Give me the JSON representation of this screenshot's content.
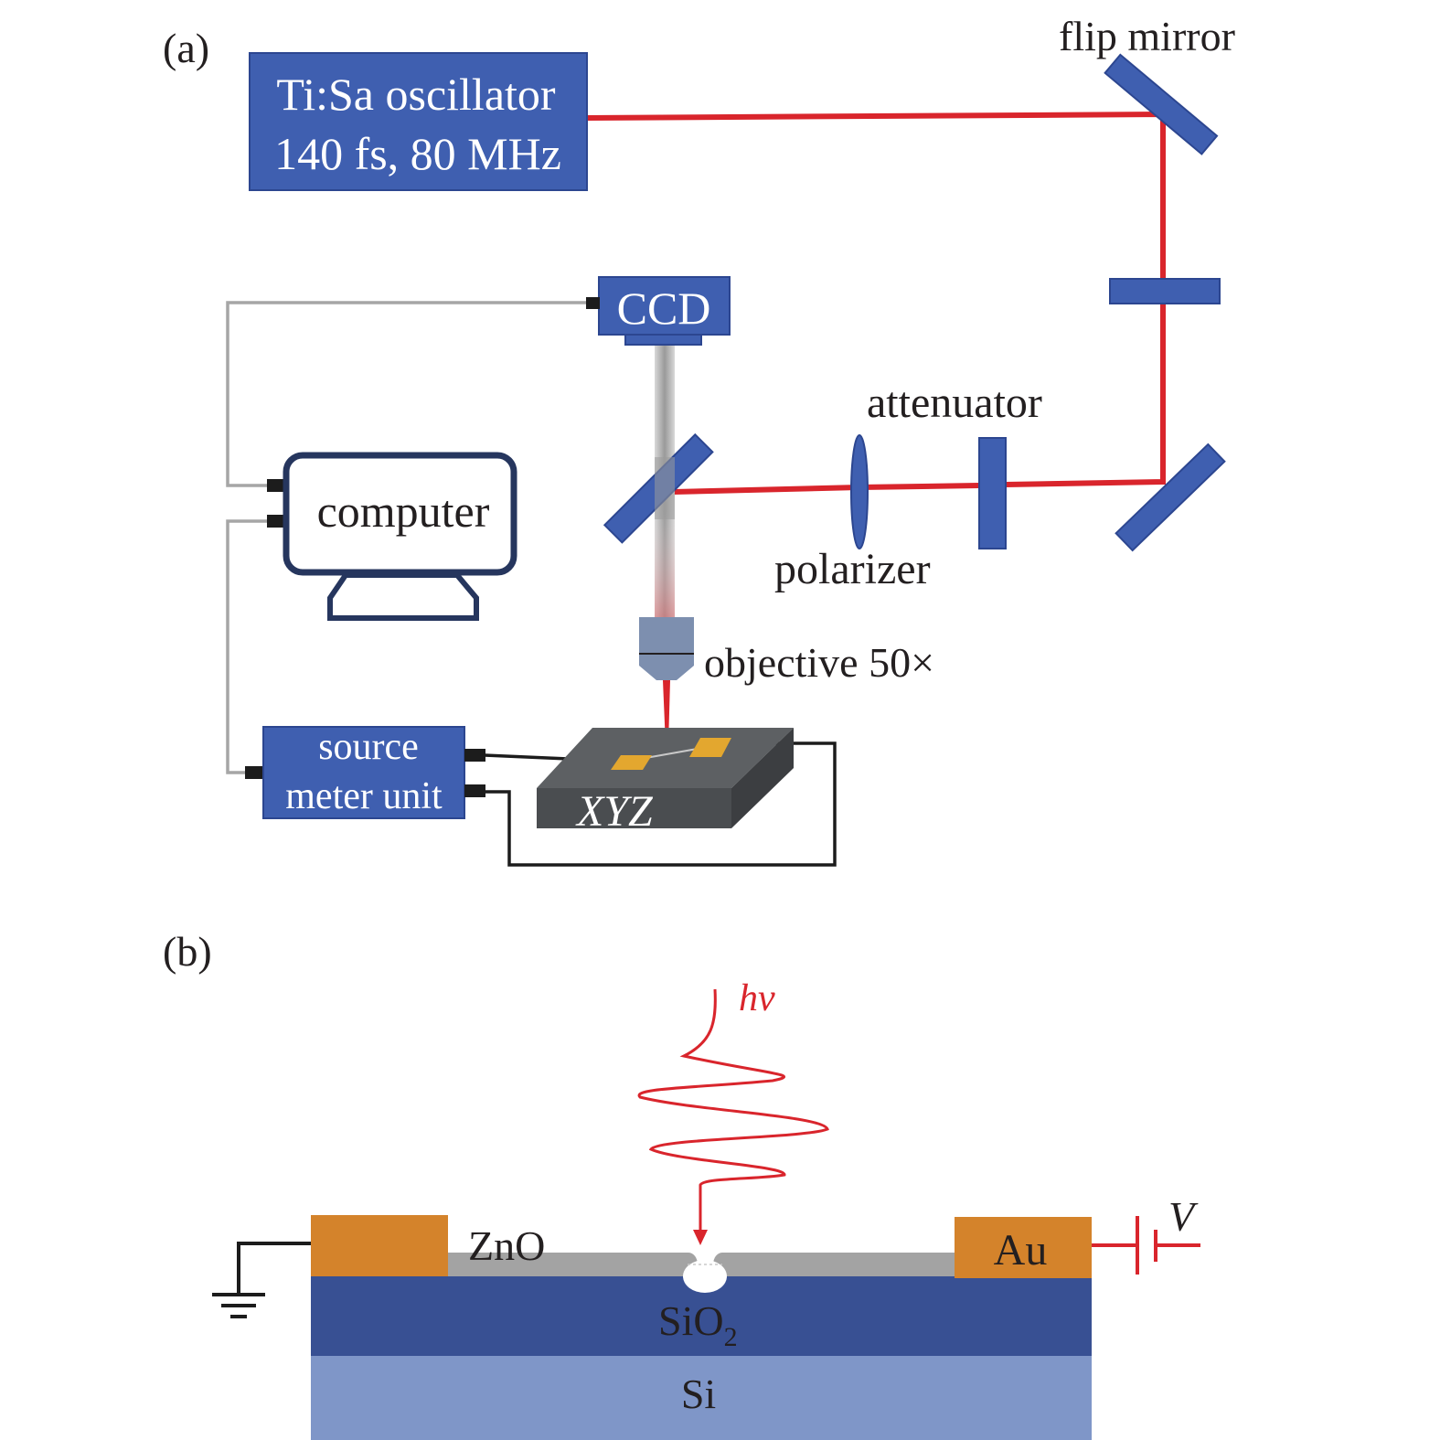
{
  "panels": {
    "a": {
      "label": "(a)"
    },
    "b": {
      "label": "(b)"
    }
  },
  "colors": {
    "blue": "#3f5fb0",
    "blue_dark": "#2c4690",
    "laser_red": "#d9252c",
    "wire_gray": "#a6a6a6",
    "computer_navy": "#26365e",
    "stage_gray": "#5d6063",
    "stage_dark": "#3c3e41",
    "gold": "#e3a72f",
    "au_orange": "#d4832b",
    "sio2": "#385093",
    "si": "#7f96c8",
    "zno_gray": "#a3a3a3",
    "objective": "#7d8faf"
  },
  "setup": {
    "laser_line1": "Ti:Sa oscillator",
    "laser_line2": "140 fs, 80 MHz",
    "flip_mirror": "flip mirror",
    "ccd": "CCD",
    "attenuator": "attenuator",
    "polarizer": "polarizer",
    "computer": "computer",
    "objective": "objective 50×",
    "smu_line1": "source",
    "smu_line2": "meter unit",
    "stage": "XYZ"
  },
  "device": {
    "photon": "hv",
    "zno": "ZnO",
    "au": "Au",
    "voltage": "V",
    "sio2": "SiO",
    "sio2_sub": "2",
    "si": "Si"
  }
}
